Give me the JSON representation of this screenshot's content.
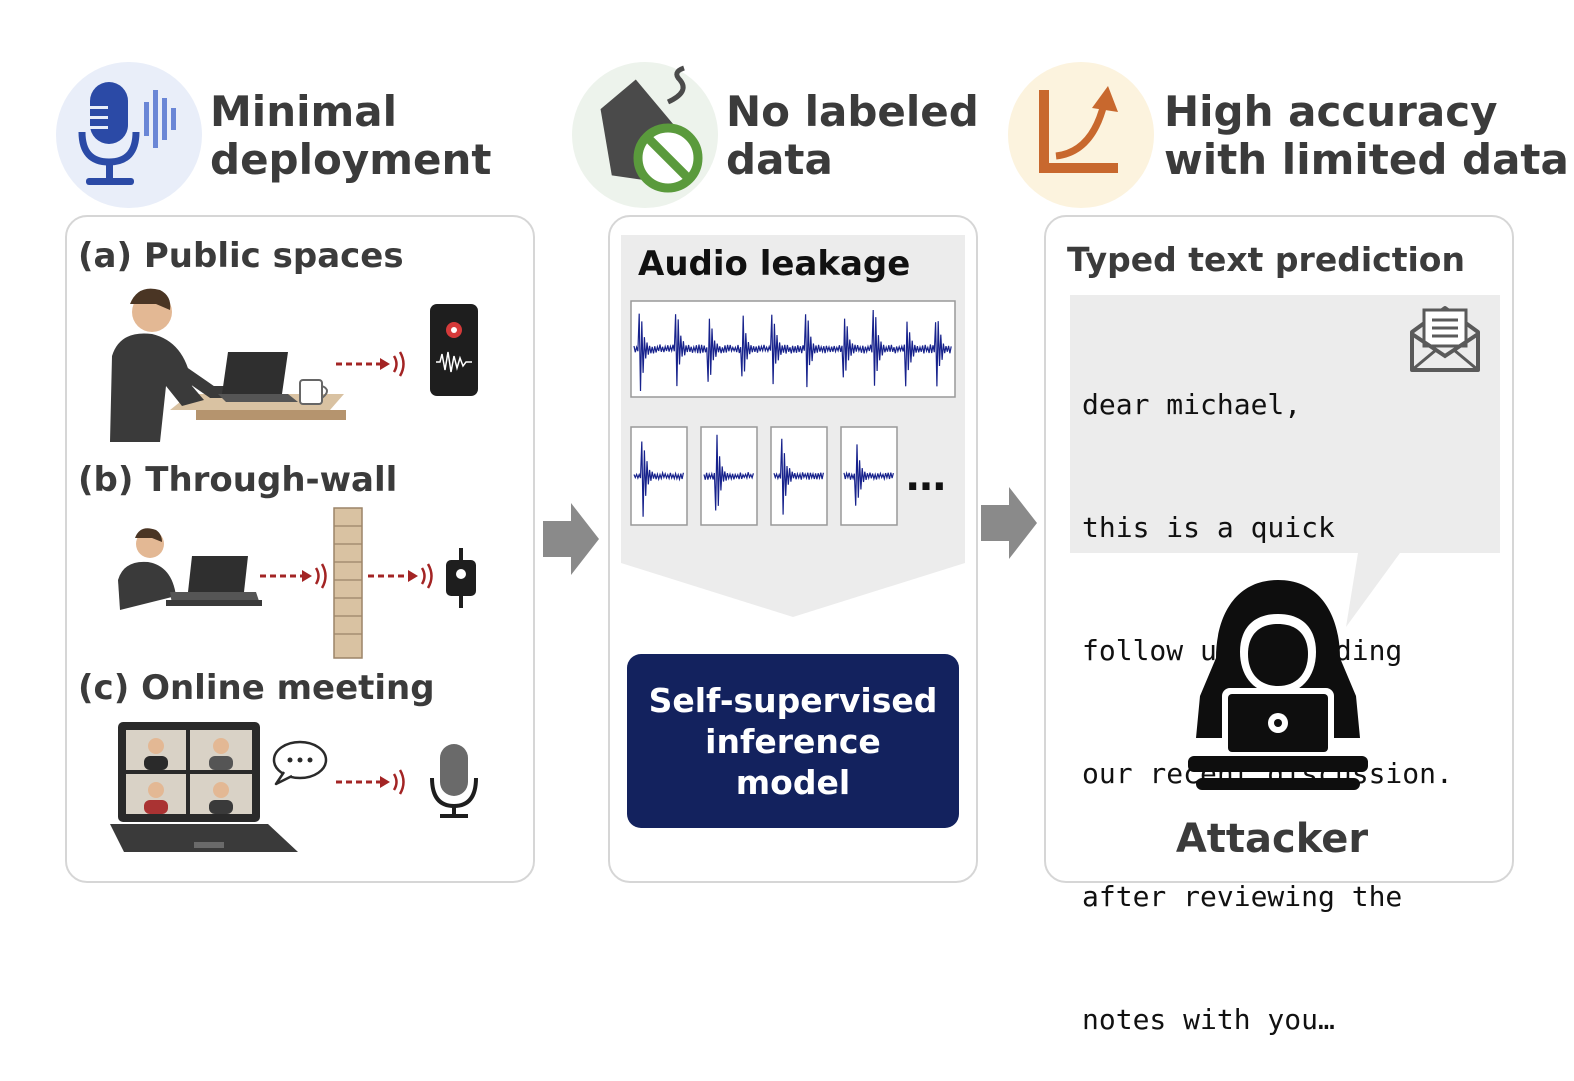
{
  "headers": {
    "deployment": {
      "title": "Minimal\ndeployment",
      "icon": "microphone-sound-icon",
      "bg": "#e9eef9",
      "accent": "#2b4aa6"
    },
    "labels": {
      "title": "No labeled\ndata",
      "icon": "no-tag-icon",
      "bg": "#edf3ec",
      "accent": "#5a9a3c"
    },
    "accuracy": {
      "title": "High accuracy\nwith limited data",
      "icon": "growth-curve-icon",
      "bg": "#fcf3de",
      "accent": "#c8682e"
    }
  },
  "scenarios": {
    "public": "(a) Public spaces",
    "wall": "(b) Through-wall",
    "meeting": "(c) Online meeting"
  },
  "leakage": {
    "title": "Audio leakage",
    "ellipsis": "…",
    "waveform_color": "#17228c"
  },
  "model": {
    "label": "Self-supervised\ninference\nmodel",
    "bg": "#13225e"
  },
  "prediction": {
    "title": "Typed text prediction",
    "lines": [
      "dear michael,",
      "this is a quick",
      "follow up regarding",
      "our recent discussion.",
      "after reviewing the",
      "notes with you…"
    ],
    "attacker_label": "Attacker"
  },
  "colors": {
    "panel_border": "#d6d6d6",
    "signal_arrow": "#a32424",
    "flow_arrow": "#8a8a8a",
    "text_box_bg": "#ececec"
  }
}
